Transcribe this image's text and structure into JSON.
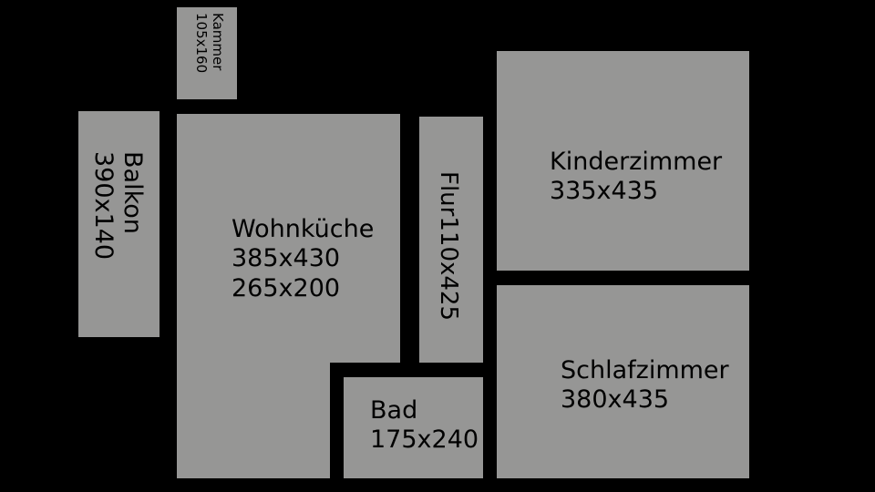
{
  "colors": {
    "background": "#000000",
    "room_fill": "#969695",
    "text": "#000000"
  },
  "rooms": {
    "kammer": {
      "name": "Kammer",
      "dims": "105x160"
    },
    "balkon": {
      "name": "Balkon",
      "dims": "390x140"
    },
    "wohnkueche": {
      "name": "Wohnküche",
      "dims": [
        "385x430",
        "265x200"
      ]
    },
    "flur": {
      "name": "Flur",
      "dims": "110x425"
    },
    "kinderzimmer": {
      "name": "Kinderzimmer",
      "dims": "335x435"
    },
    "schlafzimmer": {
      "name": "Schlafzimmer",
      "dims": "380x435"
    },
    "bad": {
      "name": "Bad",
      "dims": "175x240"
    }
  }
}
